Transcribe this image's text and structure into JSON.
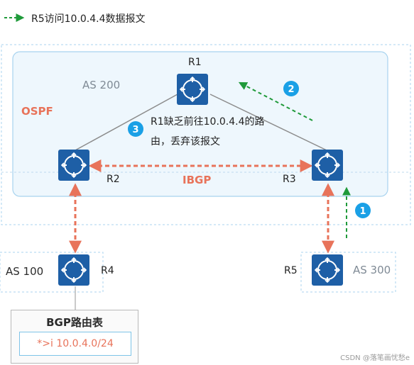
{
  "legend": {
    "label": "R5访问10.0.4.4数据报文"
  },
  "areas": {
    "as200": "AS 200",
    "ospf": "OSPF",
    "as100": "AS 100",
    "as300": "AS 300"
  },
  "routers": [
    {
      "id": "R1",
      "label": "R1",
      "icon": "router-icon"
    },
    {
      "id": "R2",
      "label": "R2",
      "icon": "router-icon"
    },
    {
      "id": "R3",
      "label": "R3",
      "icon": "router-icon"
    },
    {
      "id": "R4",
      "label": "R4",
      "icon": "router-icon"
    },
    {
      "id": "R5",
      "label": "R5",
      "icon": "router-icon"
    }
  ],
  "links": {
    "ibgp_label": "IBGP"
  },
  "steps": [
    {
      "number": "1"
    },
    {
      "number": "2"
    },
    {
      "number": "3"
    }
  ],
  "note": "R1缺乏前往10.0.4.4的路由，丢弃该报文",
  "bgp_table": {
    "title": "BGP路由表",
    "entry": "*>i  10.0.4.0/24"
  },
  "watermark": "CSDN @落笔画忧愁e",
  "colors": {
    "region_border": "#a8d3ef",
    "region_fill": "#eef7fd",
    "router_fill": "#1e5fa6",
    "link_gray": "#8c8c8c",
    "link_orange": "#e8735a",
    "flow_green": "#1f9a3a",
    "badge_blue": "#1aa0e6",
    "ospf_red": "#e8735a"
  }
}
